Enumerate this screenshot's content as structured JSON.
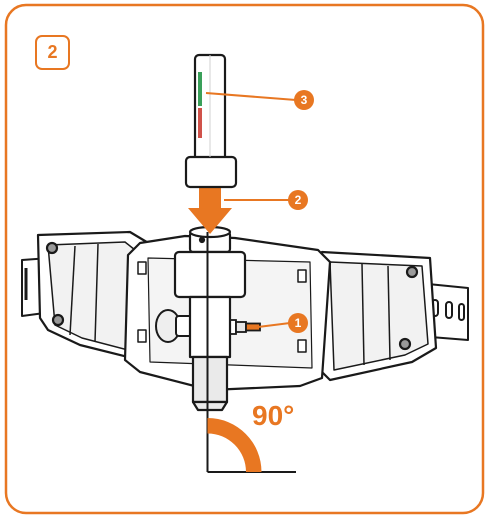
{
  "step": {
    "number": "2"
  },
  "callouts": [
    {
      "id": "1",
      "label": "1"
    },
    {
      "id": "2",
      "label": "2"
    },
    {
      "id": "3",
      "label": "3"
    }
  ],
  "angle": {
    "label": "90°"
  },
  "colors": {
    "accent": "#e87722",
    "outline": "#1a1a1a",
    "gray_light": "#f0f0f0",
    "gray_mid": "#d6d6d6",
    "gauge_green": "#3aa05a",
    "gauge_red": "#d0524a"
  }
}
